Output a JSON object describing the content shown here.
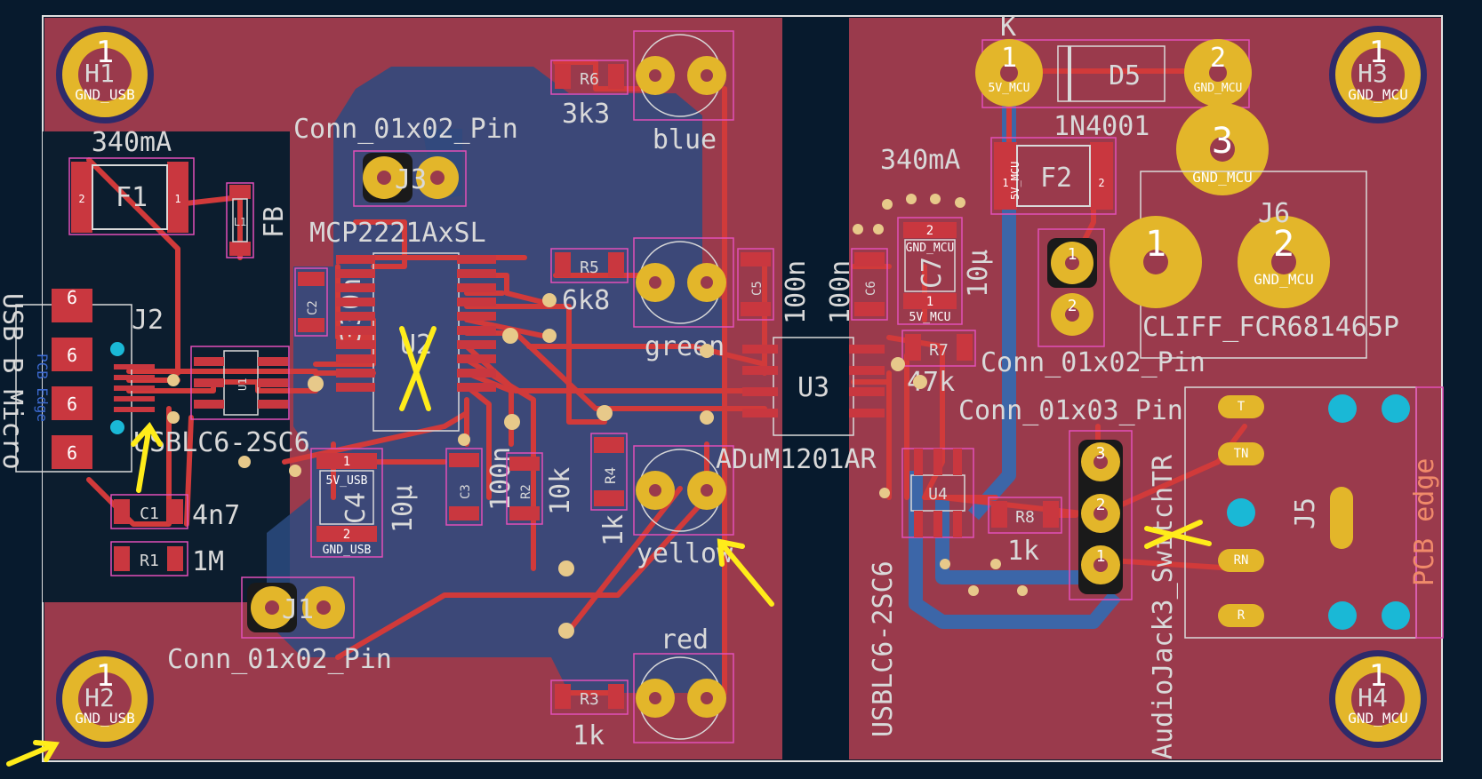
{
  "colors": {
    "background": "#071a2d",
    "board_red": "#9a3a4c",
    "copper_blue": "#2b4b80",
    "copper_blue_trace": "#3c66a8",
    "trace_red": "#d13a3a",
    "pad_red": "#c9373f",
    "pad_gold": "#e3b62a",
    "silkscreen": "#d9d9d9",
    "courtyard": "#e24fb8",
    "via": "#e7c98a",
    "annotation": "#ffec1a",
    "teal": "#1ab8d6"
  },
  "labels": {
    "h1": "H1",
    "h1_net": "GND_USB",
    "h1_pad": "1",
    "h2": "H2",
    "h2_net": "GND_USB",
    "h2_pad": "1",
    "h3": "H3",
    "h3_net": "GND_MCU",
    "h3_pad": "1",
    "h4": "H4",
    "h4_net": "GND_MCU",
    "h4_pad": "1",
    "f1": "F1",
    "f1_value": "340mA",
    "f1_pad1": "1",
    "f1_pad2": "2",
    "f2": "F2",
    "f2_value": "340mA",
    "f2_pad1": "1",
    "f2_pad2": "2",
    "f2_pad_net": "5V_MCU",
    "fb": "FB",
    "l1": "L1",
    "j2": "J2",
    "usb_b_micro": "USB_B_Micro",
    "pcb_edge_left": "PCB Edge",
    "j2_pin": "6",
    "u1": "U1",
    "u1_part": "USBLC6-2SC6",
    "c1": "C1",
    "c1_value": "4n7",
    "r1": "R1",
    "r1_value": "1M",
    "c2": "C2",
    "c2_value": "330n",
    "u2": "U2",
    "u2_part": "MCP2221AxSL",
    "j3": "J3",
    "j3_part": "Conn_01x02_Pin",
    "c4": "C4",
    "c4_value": "10µ",
    "c4_net1": "5V_USB",
    "c4_net2": "GND_USB",
    "c3": "C3",
    "c3_value": "100n",
    "r2": "R2",
    "r2_value": "10k",
    "j1": "J1",
    "j1_part": "Conn_01x02_Pin",
    "r6": "R6",
    "r6_value": "3k3",
    "r5": "R5",
    "r5_value": "6k8",
    "r4": "R4",
    "r4_value": "1k",
    "r3": "R3",
    "r3_value": "1k",
    "led_blue": "blue",
    "led_green": "green",
    "led_yellow": "yellow",
    "led_red": "red",
    "c5": "C5",
    "c5_value": "100n",
    "c6": "C6",
    "c6_value": "100n",
    "c7": "C7",
    "c7_value": "10µ",
    "c7_net1": "GND_MCU",
    "c7_net2": "5V_MCU",
    "u3": "U3",
    "u3_part": "ADuM1201AR",
    "r7": "R7",
    "r7_value": "47k",
    "u4": "U4",
    "u4_part": "USBLC6-2SC6",
    "r8": "R8",
    "r8_value": "1k",
    "k": "K",
    "d5": "D5",
    "d5_part": "1N4001",
    "d5_pad1_net": "5V_MCU",
    "d5_pad2_net": "GND_MCU",
    "pad3": "3",
    "pad3_net": "GND_MCU",
    "j6": "J6",
    "j6_part": "CLIFF_FCR681465P",
    "j6_pad2_net": "GND_MCU",
    "j7_part": "Conn_01x02_Pin",
    "j8_part": "Conn_01x03_Pin",
    "j5": "J5",
    "j5_part": "AudioJack3_SwitchTR",
    "pcb_edge_right": "PCB edge",
    "jack_t": "T",
    "jack_tn": "TN",
    "jack_rn": "RN",
    "jack_r": "R",
    "pin1": "1",
    "pin2": "2",
    "pin3": "3"
  }
}
